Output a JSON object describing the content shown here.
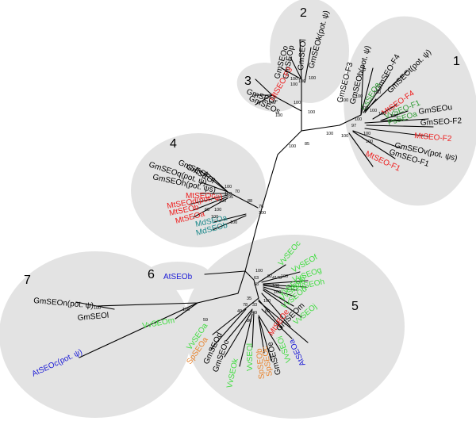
{
  "colors": {
    "background": "#ffffff",
    "clade_fill": "#e3e3e3",
    "black": "#000000",
    "red": "#ee1c1c",
    "green": "#2e9b33",
    "bright_green": "#3fdc3f",
    "teal": "#1f8a8c",
    "blue": "#1a1ad6",
    "orange": "#e8822a"
  },
  "groups": [
    "1",
    "2",
    "3",
    "4",
    "5",
    "6",
    "7"
  ],
  "tips": [
    {
      "text": "GmSEO-F3",
      "color": "black"
    },
    {
      "text": "GmSEOb(pot. ψ)",
      "color": "black"
    },
    {
      "text": "GmSEO-F4",
      "color": "black"
    },
    {
      "text": "GmSEOt(pot. ψ)",
      "color": "black"
    },
    {
      "text": "CsSEOa",
      "color": "green"
    },
    {
      "text": "MtSEO-F4",
      "color": "red"
    },
    {
      "text": "VvSEO-F1",
      "color": "green"
    },
    {
      "text": "PsSEOa",
      "color": "green"
    },
    {
      "text": "GmSEOu",
      "color": "black"
    },
    {
      "text": "GmSEO-F2",
      "color": "black"
    },
    {
      "text": "MtSEO-F2",
      "color": "red"
    },
    {
      "text": "GmSEOv(pot. ψs)",
      "color": "black"
    },
    {
      "text": "GmSEO-F1",
      "color": "black"
    },
    {
      "text": "MtSEO-F1",
      "color": "red"
    },
    {
      "text": "GmSEOo",
      "color": "black"
    },
    {
      "text": "GmSEOp",
      "color": "black"
    },
    {
      "text": "GmSEOl",
      "color": "black"
    },
    {
      "text": "GmSEOk(pot. ψ)",
      "color": "black"
    },
    {
      "text": "MtSEO-F3",
      "color": "red"
    },
    {
      "text": "GmSEOr",
      "color": "black"
    },
    {
      "text": "GmSEOs",
      "color": "black"
    },
    {
      "text": "GmSEOq(pot. ψ)",
      "color": "black"
    },
    {
      "text": "GmSEOj",
      "color": "black"
    },
    {
      "text": "GmSEOh(pot. ψs)",
      "color": "black"
    },
    {
      "text": "GmSEOi",
      "color": "black"
    },
    {
      "text": "MtSEOc",
      "color": "red"
    },
    {
      "text": "MtSEOd(pot. ψ)",
      "color": "red"
    },
    {
      "text": "MtSEOb",
      "color": "red"
    },
    {
      "text": "MtSEOa",
      "color": "red"
    },
    {
      "text": "MdSEOa",
      "color": "teal"
    },
    {
      "text": "MdSEOb",
      "color": "teal"
    },
    {
      "text": "AtSEOb",
      "color": "blue"
    },
    {
      "text": "GmSEOn(pot. ψ)",
      "color": "black"
    },
    {
      "text": "GmSEOl",
      "color": "black"
    },
    {
      "text": "VvSEOm",
      "color": "bright_green"
    },
    {
      "text": "AtSEOc(pot. ψ)",
      "color": "blue"
    },
    {
      "text": "VvSEOc",
      "color": "bright_green"
    },
    {
      "text": "VvSEOf",
      "color": "bright_green"
    },
    {
      "text": "VvSEOg",
      "color": "bright_green"
    },
    {
      "text": "VvSEOh",
      "color": "bright_green"
    },
    {
      "text": "VvSEOb",
      "color": "bright_green"
    },
    {
      "text": "VvSEOe",
      "color": "bright_green"
    },
    {
      "text": "VvSEOd",
      "color": "bright_green"
    },
    {
      "text": "VvSEOj",
      "color": "bright_green"
    },
    {
      "text": "GmSEOm",
      "color": "black"
    },
    {
      "text": "MtSEOe",
      "color": "red"
    },
    {
      "text": "VvSEOa",
      "color": "bright_green"
    },
    {
      "text": "SpSEOa",
      "color": "orange"
    },
    {
      "text": "GmSEOd",
      "color": "black"
    },
    {
      "text": "GmSEOc",
      "color": "black"
    },
    {
      "text": "VvSEOk",
      "color": "bright_green"
    },
    {
      "text": "VvSEOl",
      "color": "bright_green"
    },
    {
      "text": "SpSEOb",
      "color": "orange"
    },
    {
      "text": "SpSEOc",
      "color": "orange"
    },
    {
      "text": "GmSEOe",
      "color": "black"
    },
    {
      "text": "VvSEOi",
      "color": "bright_green"
    },
    {
      "text": "AtSEOa",
      "color": "blue"
    }
  ],
  "bootstraps": [
    "100",
    "100",
    "100",
    "100",
    "100",
    "100",
    "100",
    "100",
    "97",
    "100",
    "100",
    "100",
    "100",
    "100",
    "100",
    "100",
    "100",
    "100",
    "100",
    "100",
    "100",
    "100",
    "85",
    "100",
    "70",
    "100",
    "95",
    "88",
    "100",
    "68",
    "100",
    "100",
    "76",
    "100",
    "100",
    "100",
    "92",
    "41",
    "70",
    "100",
    "63",
    "58",
    "100",
    "100",
    "100",
    "35",
    "78",
    "49",
    "33",
    "49",
    "86",
    "60",
    "59",
    "100",
    "100"
  ]
}
